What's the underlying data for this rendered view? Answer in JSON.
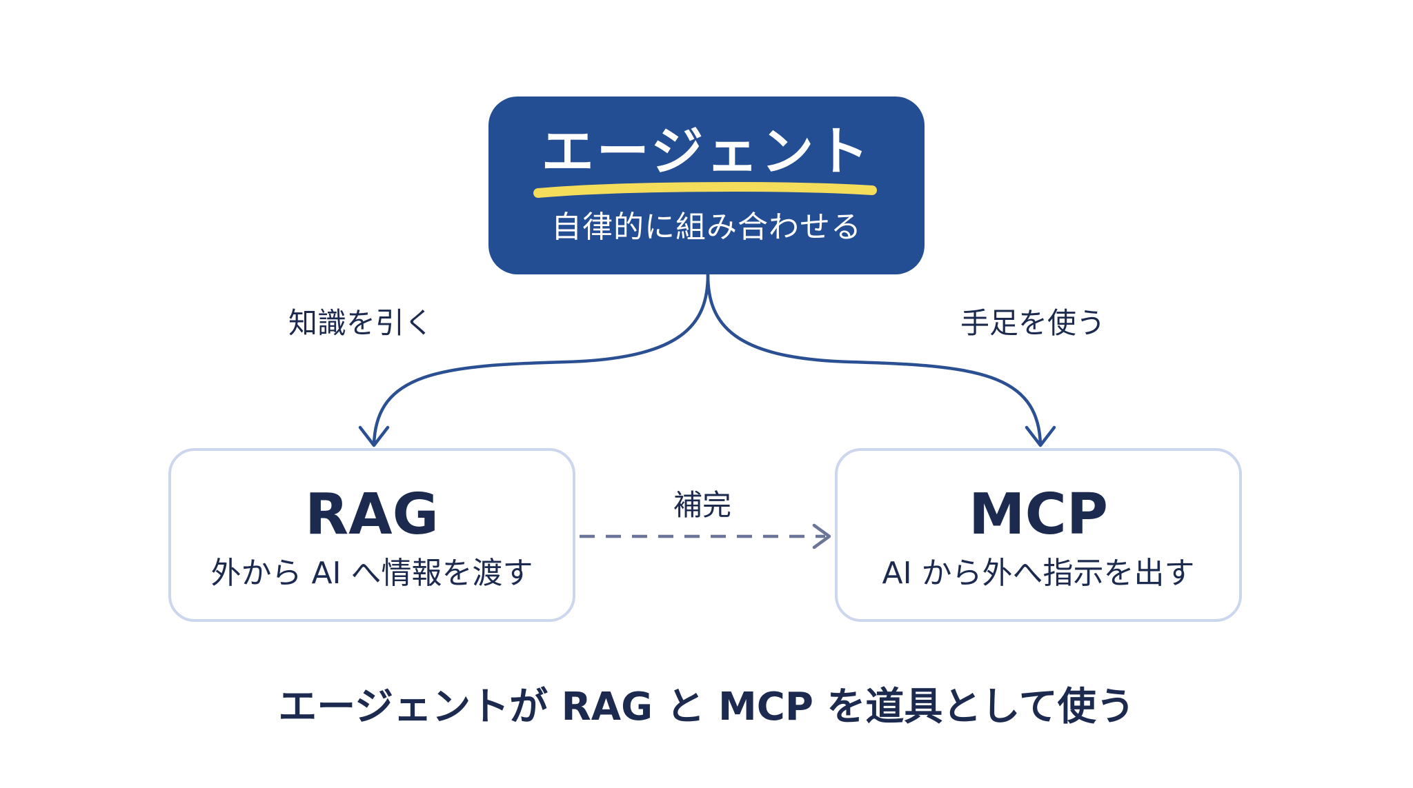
{
  "agent": {
    "title": "エージェント",
    "subtitle": "自律的に組み合わせる"
  },
  "edges": {
    "left_label": "知識を引く",
    "right_label": "手足を使う",
    "middle_label": "補完"
  },
  "rag": {
    "title": "RAG",
    "subtitle": "外から AI へ情報を渡す"
  },
  "mcp": {
    "title": "MCP",
    "subtitle": "AI から外へ指示を出す"
  },
  "caption": "エージェントが RAG と MCP を道具として使う",
  "colors": {
    "agent_fill": "#234e93",
    "highlight": "#f5dd5c",
    "tool_border": "#ccd6ec",
    "arrow": "#2a4f92",
    "dashed_arrow": "#6a7598",
    "text": "#1b2a4e"
  }
}
